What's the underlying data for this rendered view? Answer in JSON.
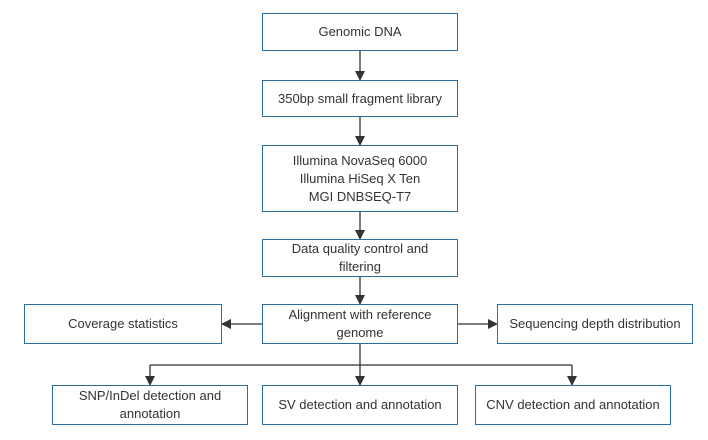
{
  "colors": {
    "box_border": "#2e6da4",
    "connector": "#333333",
    "text": "#333333"
  },
  "nodes": {
    "genomic_dna": {
      "lines": [
        "Genomic DNA"
      ]
    },
    "library": {
      "lines": [
        "350bp small fragment library"
      ]
    },
    "sequencers": {
      "lines": [
        "Illumina NovaSeq 6000",
        "Illumina HiSeq X Ten",
        "MGI DNBSEQ-T7"
      ]
    },
    "qc": {
      "lines": [
        "Data quality control and",
        "filtering"
      ]
    },
    "alignment": {
      "lines": [
        "Alignment with reference",
        "genome"
      ]
    },
    "coverage": {
      "lines": [
        "Coverage statistics"
      ]
    },
    "depth": {
      "lines": [
        "Sequencing depth distribution"
      ]
    },
    "snp": {
      "lines": [
        "SNP/InDel detection and",
        "annotation"
      ]
    },
    "sv": {
      "lines": [
        "SV detection and annotation"
      ]
    },
    "cnv": {
      "lines": [
        "CNV detection and annotation"
      ]
    }
  }
}
